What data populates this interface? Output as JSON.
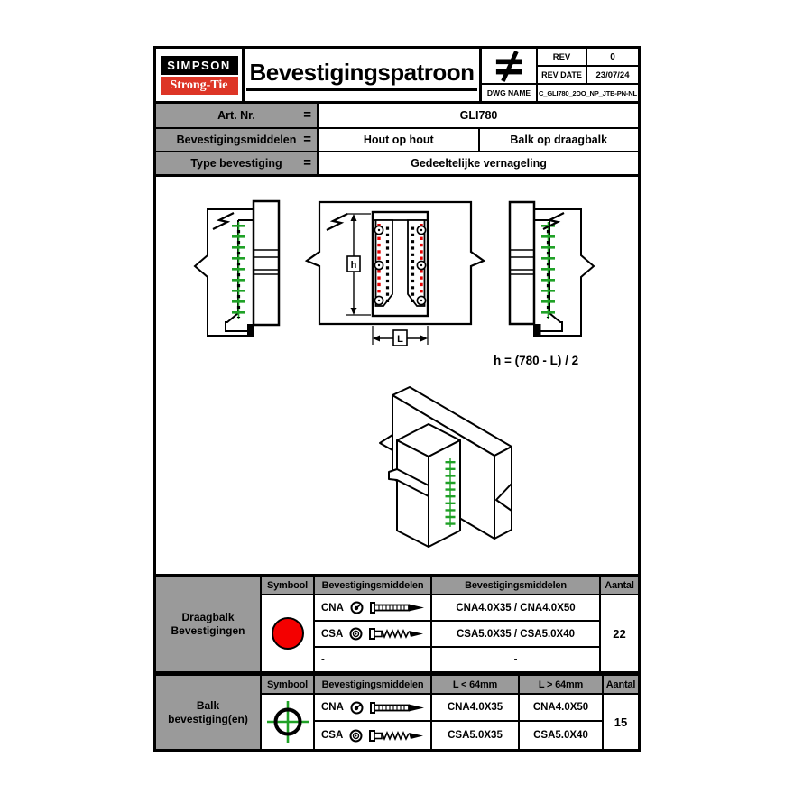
{
  "header": {
    "logo_line1": "SIMPSON",
    "logo_line2": "Strong-Tie",
    "title": "Bevestigingspatroon",
    "rev_label": "REV",
    "rev_value": "0",
    "rev_date_label": "REV DATE",
    "rev_date_value": "23/07/24",
    "dwg_name_label": "DWG NAME",
    "dwg_name_value": "C_GLI780_2DO_NP_JTB-PN-NL"
  },
  "info": {
    "art_label": "Art. Nr.",
    "art_eq": "=",
    "art_value": "GLI780",
    "mid_label": "Bevestigingsmiddelen",
    "mid_eq": "=",
    "mid_value1": "Hout op hout",
    "mid_value2": "Balk op draagbalk",
    "type_label": "Type bevestiging",
    "type_eq": "=",
    "type_value": "Gedeeltelijke vernageling"
  },
  "drawing": {
    "formula": "h = (780 - L) / 2",
    "dim_height_label": "h",
    "dim_length_label": "L"
  },
  "draagbalk_table": {
    "row_label": "Draagbalk Bevestigingen",
    "col_symbool": "Symbool",
    "col_middelen": "Bevestigingsmiddelen",
    "col_middelen2": "Bevestigingsmiddelen",
    "col_aantal": "Aantal",
    "symbol": "red-filled-circle",
    "rows": [
      {
        "code": "CNA",
        "type": "nail",
        "value": "CNA4.0X35 / CNA4.0X50"
      },
      {
        "code": "CSA",
        "type": "screw",
        "value": "CSA5.0X35 / CSA5.0X40"
      },
      {
        "code": "-",
        "type": "none",
        "value": "-"
      }
    ],
    "aantal": "22"
  },
  "balk_table": {
    "row_label": "Balk bevestiging(en)",
    "col_symbool": "Symbool",
    "col_middelen": "Bevestigingsmiddelen",
    "col_l_small": "L < 64mm",
    "col_l_large": "L > 64mm",
    "col_aantal": "Aantal",
    "symbol": "green-crosshair-circle",
    "rows": [
      {
        "code": "CNA",
        "type": "nail",
        "l_small": "CNA4.0X35",
        "l_large": "CNA4.0X50"
      },
      {
        "code": "CSA",
        "type": "screw",
        "l_small": "CSA5.0X35",
        "l_large": "CSA5.0X40"
      }
    ],
    "aantal": "15"
  },
  "colors": {
    "symbol_red": "#f40000",
    "fastener_green": "#1fa126",
    "table_header_gray": "#9a9a9a",
    "logo_red": "#dd3526",
    "logo_black": "#000000"
  }
}
